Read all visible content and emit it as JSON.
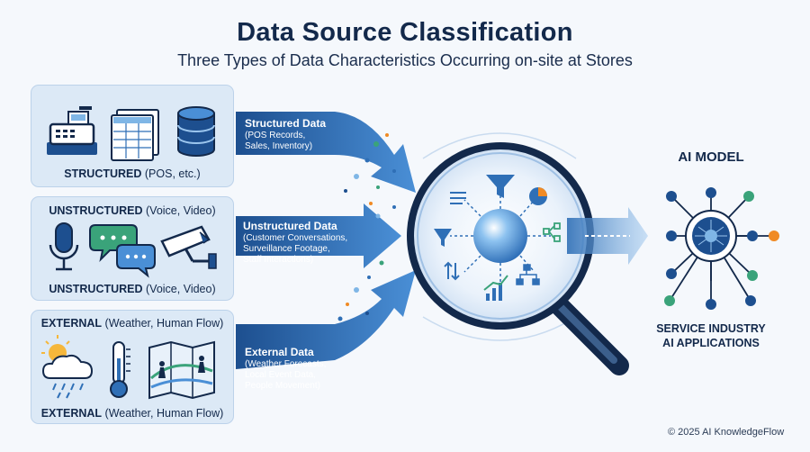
{
  "header": {
    "title": "Data Source Classification",
    "subtitle": "Three Types of Data Characteristics Occurring on-site at Stores"
  },
  "panels": {
    "structured": {
      "label_bold": "STRUCTURED",
      "label_rest": " (POS, etc.)",
      "icons": [
        "cash-register-icon",
        "spreadsheet-icon",
        "database-icon"
      ]
    },
    "unstructured": {
      "top_label_bold": "UNSTRUCTURED",
      "top_label_rest": " (Voice, Video)",
      "label_bold": "UNSTRUCTURED",
      "label_rest": " (Voice, Video)",
      "icons": [
        "microphone-icon",
        "chat-bubbles-icon",
        "security-camera-icon"
      ]
    },
    "external": {
      "top_label_bold": "EXTERNAL",
      "top_label_rest": " (Weather, Human Flow)",
      "label_bold": "EXTERNAL",
      "label_rest": " (Weather, Human Flow)",
      "icons": [
        "weather-cloud-icon",
        "thermometer-icon",
        "map-people-icon"
      ]
    }
  },
  "arrows": {
    "structured": {
      "heading": "Structured Data",
      "lines": [
        "(POS Records,",
        "Sales, Inventory)"
      ]
    },
    "unstructured": {
      "heading": "Unstructured Data",
      "lines": [
        "(Customer Conversations,",
        "Surveillance Footage,",
        "Staff Interactions)"
      ]
    },
    "external": {
      "heading": "External Data",
      "lines": [
        "(Weather Forecasts,",
        "Local Event Data,",
        "People Movement)"
      ]
    }
  },
  "analysis": {
    "icons": [
      "list-icon",
      "filter-icon",
      "pie-chart-icon",
      "funnel-icon",
      "flowchart-icon",
      "sort-arrows-icon",
      "hierarchy-icon",
      "bar-chart-icon",
      "magnifying-glass-icon"
    ]
  },
  "ai_model": {
    "title": "AI MODEL",
    "caption_line1": "SERVICE INDUSTRY",
    "caption_line2": "AI APPLICATIONS",
    "icon": "neural-network-icon"
  },
  "footer": {
    "copyright": "© 2025 AI KnowledgeFlow"
  },
  "colors": {
    "navy": "#13294b",
    "panel_bg": "#dce9f6",
    "arrow_blue": "#2f6fb6",
    "accent_green": "#3aa37a",
    "accent_orange": "#f08a24"
  }
}
